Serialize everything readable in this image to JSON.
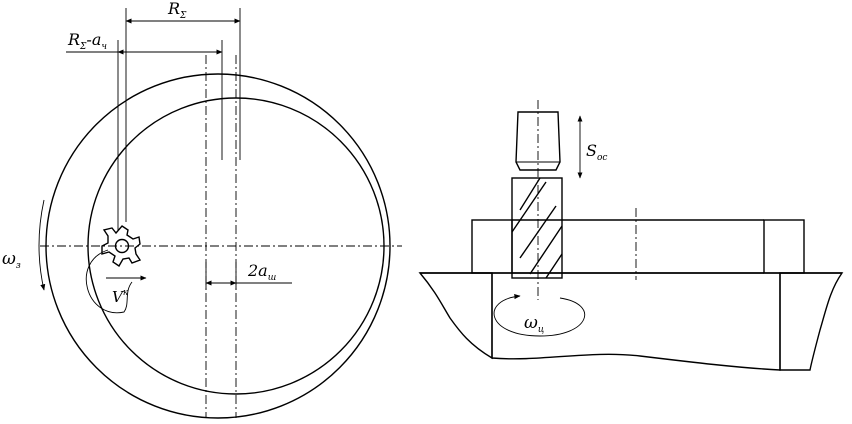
{
  "labels": {
    "r_sigma": {
      "main": "R",
      "sub": "Σ"
    },
    "r_sigma_minus_a": {
      "main": "R",
      "sub": "Σ",
      "rest": "-a",
      "rest_sub": "ч"
    },
    "two_a": {
      "main": "2a",
      "sub": "ш"
    },
    "omega_left": {
      "main": "ω",
      "sub": "з"
    },
    "v_cut": {
      "main": "V",
      "sup": "к"
    },
    "s_feed": {
      "main": "S",
      "sub": "ос"
    },
    "omega_right": {
      "main": "ω",
      "sub": "ц"
    }
  },
  "colors": {
    "ink": "#000000",
    "background": "#ffffff",
    "hatch": "#000000"
  }
}
